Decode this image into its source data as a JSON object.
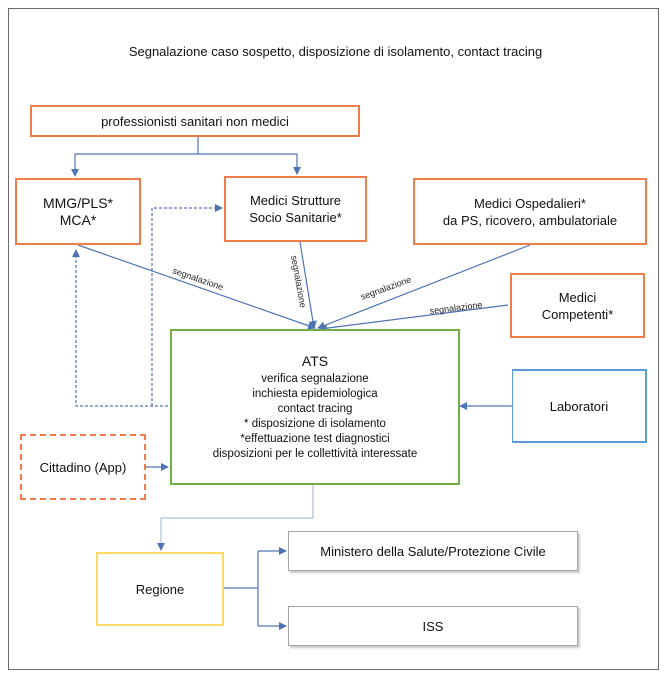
{
  "title": "Segnalazione caso sospetto, disposizione di isolamento, contact tracing",
  "nodes": {
    "professionisti": "professionisti sanitari non medici",
    "mmg": [
      "MMG/PLS*",
      "MCA*"
    ],
    "strutture": [
      "Medici Strutture",
      "Socio Sanitarie*"
    ],
    "ospedalieri": [
      "Medici Ospedalieri*",
      "da PS, ricovero, ambulatoriale"
    ],
    "competenti": [
      "Medici",
      "Competenti*"
    ],
    "ats": {
      "title": "ATS",
      "lines": [
        "verifica segnalazione",
        "inchiesta epidemiologica",
        "contact tracing",
        "* disposizione di isolamento",
        "*effettuazione test diagnostici",
        "disposizioni per le collettività interessate"
      ]
    },
    "laboratori": "Laboratori",
    "cittadino": "Cittadino (App)",
    "regione": "Regione",
    "ministero": "Ministero della Salute/Protezione Civile",
    "iss": "ISS"
  },
  "edge_labels": {
    "mmg_ats": "segnalazione",
    "strutture_ats": "segnalazione",
    "ospedalieri_ats": "segnalazione",
    "competenti_ats": "segnalazione"
  },
  "colors": {
    "orange": "#ed7d4a",
    "green": "#70ad47",
    "blue": "#5b9bd5",
    "yellow": "#ffd966",
    "arrow": "#4f74b5"
  }
}
